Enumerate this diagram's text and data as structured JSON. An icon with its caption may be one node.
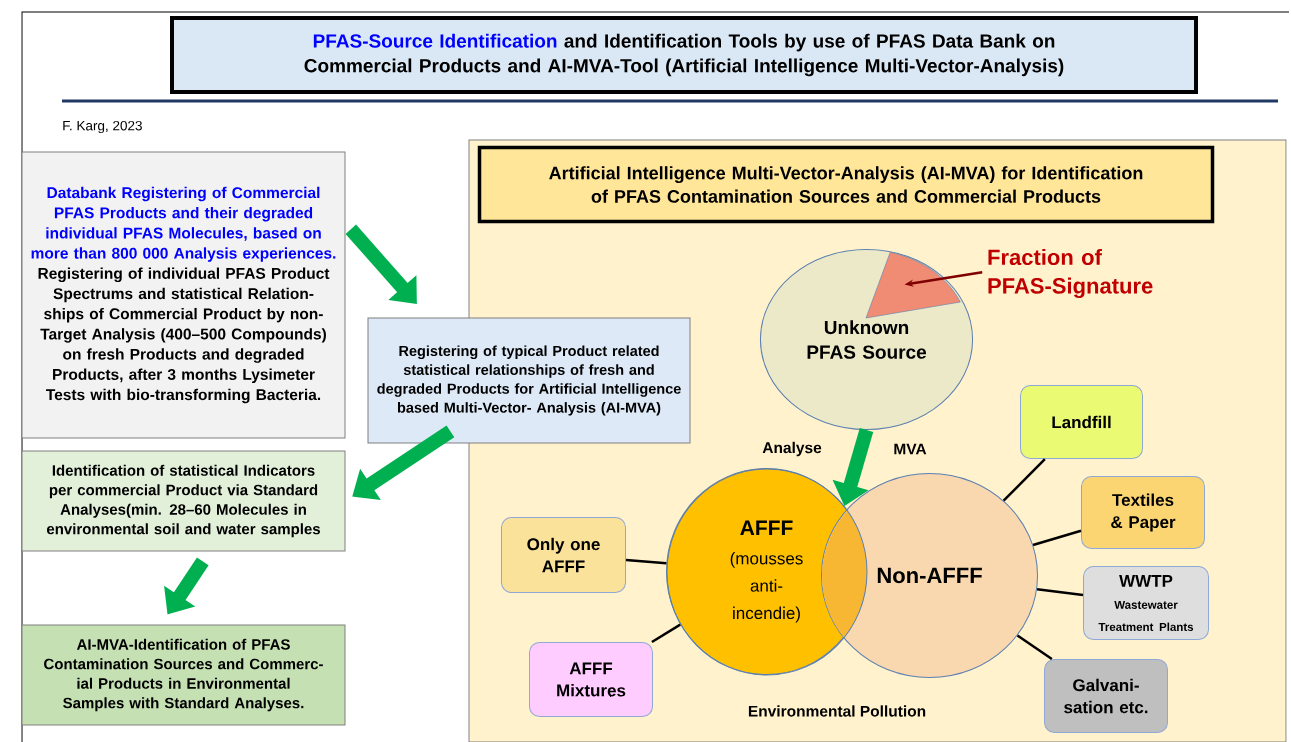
{
  "diagram": {
    "nodes": [
      {
        "text": [
          "PFAS-Source Identification",
          "and Identification Tools by use of PFAS Data Bank on Commercial Products and AI-MVA-Tool (Artificial Intelligence Multi-Vector-Analysis)"
        ]
      },
      {
        "text": [
          "Databank Registering of Commercial PFAS Products and their degraded individual PFAS Molecules, based on more than 800 000 Analysis experiences.",
          "Registering of individual PFAS Product Spectrums and statistical Relation- ships of Commercial Product by non- Target Analysis (400–500 Compounds) on fresh Products and degraded Products, after 3 months Lysimeter Tests with bio-transforming Bacteria."
        ]
      },
      {
        "text": [
          "Registering of typical Product related statistical relationships of fresh and degraded Products for Artificial Intelligence based Multi-Vector- Analysis (AI-MVA)"
        ]
      },
      {
        "text": [
          "Identification of statistical Indicators per commercial Product via Standard Analyses(min. 28–60 Molecules in environmental soil and water samples"
        ]
      },
      {
        "text": [
          "AI-MVA-Identification of PFAS Contamination Sources and Commerc- ial Products in Environmental Samples with Standard Analyses."
        ]
      },
      {
        "text": [],
        "shape": "box"
      },
      {
        "text": [
          "Artificial Intelligence Multi-Vector-Analysis (AI-MVA) for Identification of PFAS Contamination Sources and Commercial Products"
        ],
        "in": 5
      },
      {
        "text": [
          "Unknown PFAS Source"
        ],
        "in": 5
      },
      {
        "text": [
          "Fraction of PFAS-Signature"
        ],
        "in": 5
      },
      {
        "text": [
          "AFFF",
          "(mousses anti- incendie)"
        ],
        "in": 5
      },
      {
        "text": [
          "Non-AFFF"
        ],
        "in": 5
      },
      {
        "text": [
          "Only one AFFF"
        ],
        "in": 5
      },
      {
        "text": [
          "AFFF Mixtures"
        ],
        "in": 5
      },
      {
        "text": [
          "Landfill"
        ],
        "in": 5
      },
      {
        "text": [
          "Textiles & Paper"
        ],
        "in": 5
      },
      {
        "text": [
          "WWTP",
          "Wastewater Treatment Plants"
        ],
        "in": 5
      },
      {
        "text": [
          "Galvani- sation etc."
        ],
        "in": 5
      }
    ],
    "edges": [
      {
        "from": 1,
        "to": 2,
        "arrow": "to",
        "style": "thick",
        "color": "#00b050"
      },
      {
        "from": 2,
        "to": 3,
        "arrow": "to",
        "style": "thick",
        "color": "#00b050"
      },
      {
        "from": 3,
        "to": 4,
        "arrow": "to",
        "style": "thick",
        "color": "#00b050"
      },
      {
        "from": 7,
        "to": 9,
        "arrow": "to",
        "style": "thick",
        "color": "#00b050"
      },
      {
        "from": 8,
        "to": 7,
        "arrow": "to",
        "color": "#7f0000"
      },
      {
        "from": 11,
        "to": 9,
        "arrow": "none"
      },
      {
        "from": 12,
        "to": 9,
        "arrow": "none"
      },
      {
        "from": 13,
        "to": 10,
        "arrow": "none"
      },
      {
        "from": 14,
        "to": 10,
        "arrow": "none"
      },
      {
        "from": 15,
        "to": 10,
        "arrow": "none"
      },
      {
        "from": 16,
        "to": 10,
        "arrow": "none"
      }
    ],
    "labels": [
      "F. Karg, 2023",
      "Analyse",
      "MVA",
      "Environmental Pollution"
    ]
  }
}
